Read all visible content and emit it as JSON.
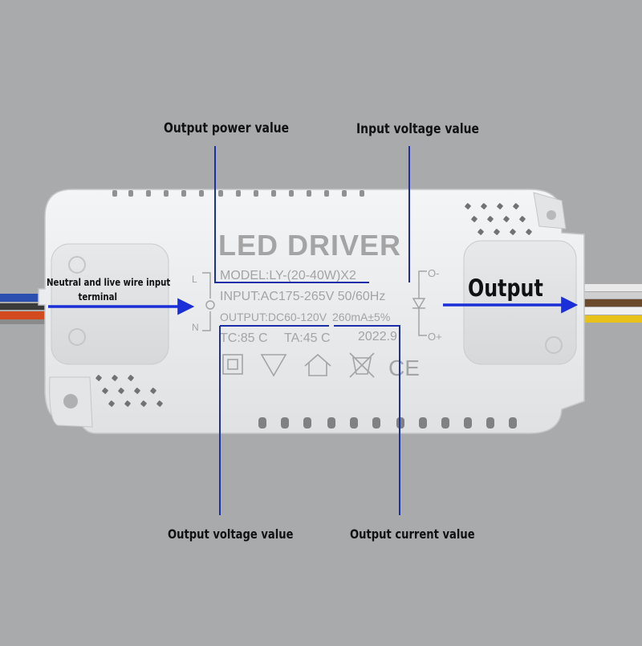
{
  "product_label": {
    "title": "LED DRIVER",
    "model": "MODEL:LY-(20-40W)X2",
    "input": "INPUT:AC175-265V 50/60Hz",
    "output_voltage": "OUTPUT:DC60-120V",
    "output_current": "260mA±5%",
    "tc": "TC:85 C",
    "ta": "TA:45 C",
    "date": "2022.9",
    "terminal_l": "L",
    "terminal_n": "N",
    "terminal_minus": "O-",
    "terminal_plus": "O+",
    "ce_mark": "CE"
  },
  "annotations": {
    "output_power": "Output power value",
    "input_voltage": "Input voltage value",
    "output_voltage": "Output voltage value",
    "output_current": "Output current value",
    "input_terminal_line1": "Neutral and live wire input",
    "input_terminal_line2": "terminal",
    "output": "Output"
  },
  "colors": {
    "background": "#a9aaac",
    "housing": "#eceeef",
    "arrow": "#1a2fd8",
    "callout_line": "#1b2fa8"
  }
}
